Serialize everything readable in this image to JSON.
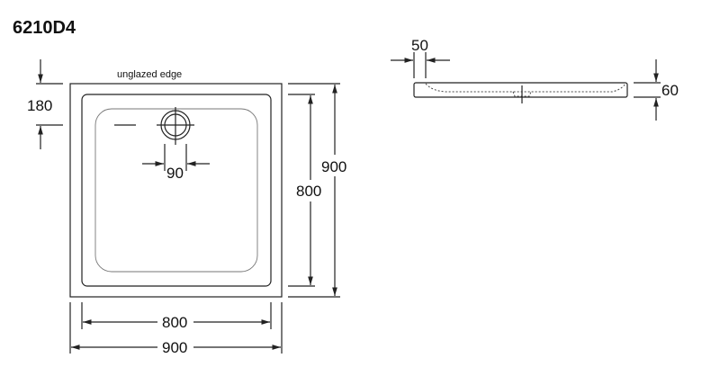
{
  "title": "6210D4",
  "plan_view": {
    "note": "unglazed edge",
    "dim_drain_offset": "180",
    "dim_drain_diameter": "90",
    "dim_inner_height": "800",
    "dim_outer_height": "900",
    "dim_inner_width": "800",
    "dim_outer_width": "900"
  },
  "side_view": {
    "dim_rim": "50",
    "dim_height": "60"
  }
}
